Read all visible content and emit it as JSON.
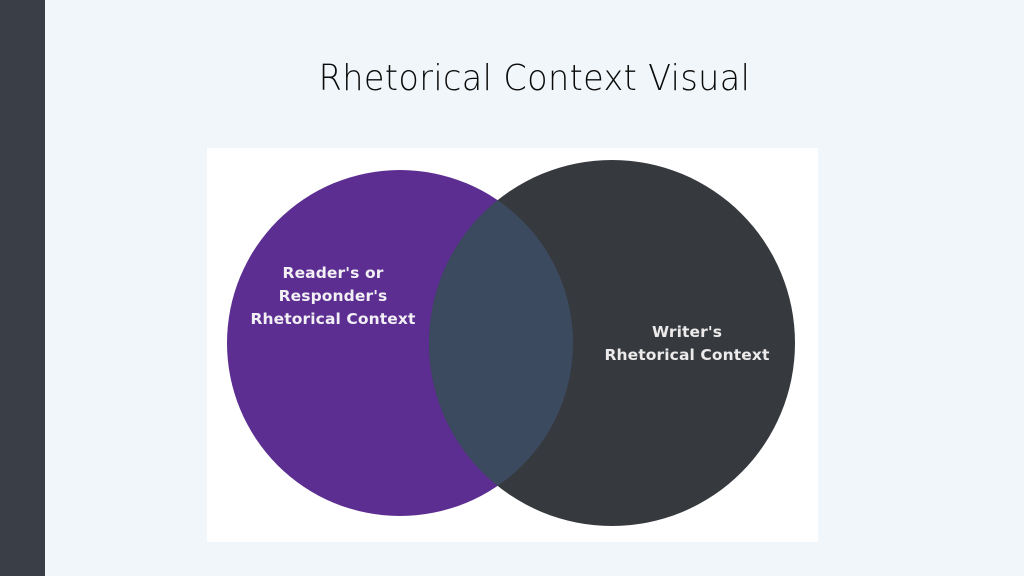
{
  "slide": {
    "title": "Rhetorical Context Visual",
    "background_color": "#F0F6F9",
    "accent_strip_color": "#3A3F47",
    "card_color": "#FFFFFF"
  },
  "diagram": {
    "type": "venn",
    "left_circle": {
      "fill": "#5C2E91",
      "label_lines": [
        "Reader's or",
        "Responder's",
        "Rhetorical Context"
      ],
      "text_color": "#F2F0F5"
    },
    "right_circle": {
      "fill": "#36393D",
      "label_lines": [
        "Writer's",
        "Rhetorical Context"
      ],
      "text_color": "#ECEAEA"
    },
    "overlap": {
      "fill": "#3C4A60",
      "label_lines": []
    }
  }
}
